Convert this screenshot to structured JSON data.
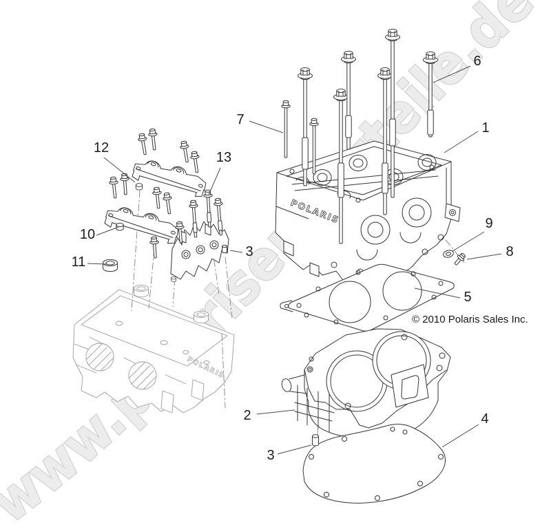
{
  "watermark": {
    "text": "www.polarisersatzteile.de",
    "fill_color": "#ececec",
    "outline_color": "#d3d3d3"
  },
  "copyright": {
    "text": "© 2010 Polaris Sales Inc."
  },
  "parts": {
    "cylinder_head": {
      "embossed_brand": "POLARIS"
    },
    "cylinder_head_bottom_view": {
      "embossed_brand": "POLARIS"
    }
  },
  "callouts": [
    {
      "label": "1"
    },
    {
      "label": "2"
    },
    {
      "label": "3"
    },
    {
      "label": "3"
    },
    {
      "label": "4"
    },
    {
      "label": "5"
    },
    {
      "label": "6"
    },
    {
      "label": "7"
    },
    {
      "label": "8"
    },
    {
      "label": "9"
    },
    {
      "label": "10"
    },
    {
      "label": "11"
    },
    {
      "label": "12"
    },
    {
      "label": "13"
    }
  ]
}
